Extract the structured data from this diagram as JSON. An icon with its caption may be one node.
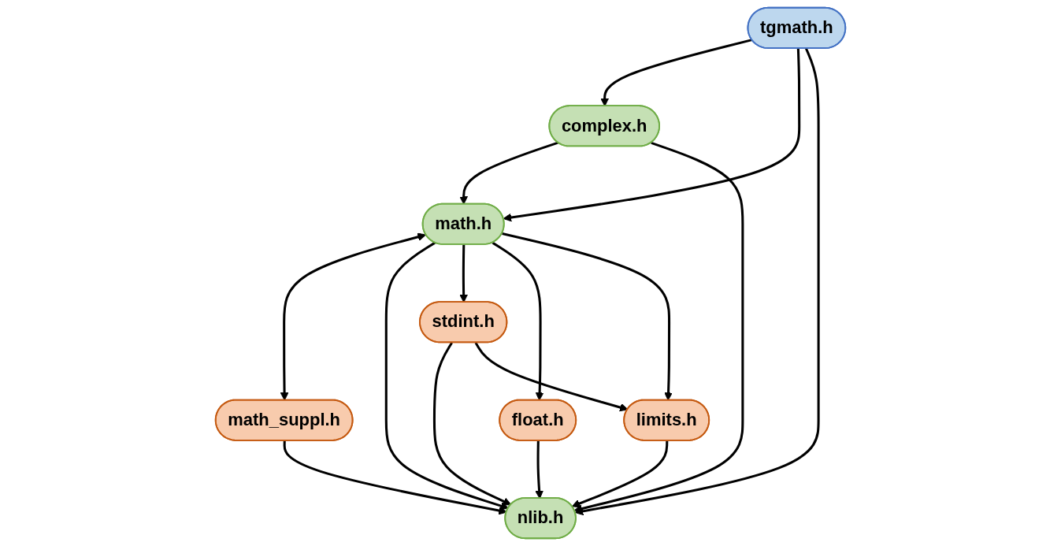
{
  "diagram": {
    "nodes": [
      {
        "text": [
          "tgmath.h"
        ]
      },
      {
        "text": [
          "complex.h"
        ]
      },
      {
        "text": [
          "math.h"
        ]
      },
      {
        "text": [
          "math_suppl.h"
        ]
      },
      {
        "text": [
          "nlib.h"
        ]
      },
      {
        "text": [
          "stdint.h"
        ]
      },
      {
        "text": [
          "float.h"
        ]
      },
      {
        "text": [
          "limits.h"
        ]
      }
    ],
    "edges": [
      {
        "from": 0,
        "to": 1,
        "arrow": "to"
      },
      {
        "from": 0,
        "to": 2,
        "arrow": "to"
      },
      {
        "from": 0,
        "to": 4,
        "arrow": "to"
      },
      {
        "from": 1,
        "to": 2,
        "arrow": "to"
      },
      {
        "from": 1,
        "to": 4,
        "arrow": "to"
      },
      {
        "from": 2,
        "to": 3,
        "arrow": "both"
      },
      {
        "from": 2,
        "to": 4,
        "arrow": "to"
      },
      {
        "from": 3,
        "to": 4,
        "arrow": "to"
      },
      {
        "from": 2,
        "to": 5,
        "arrow": "to"
      },
      {
        "from": 2,
        "to": 6,
        "arrow": "to"
      },
      {
        "from": 2,
        "to": 7,
        "arrow": "to"
      },
      {
        "from": 5,
        "to": 4,
        "arrow": "to"
      },
      {
        "from": 6,
        "to": 4,
        "arrow": "to"
      },
      {
        "from": 7,
        "to": 4,
        "arrow": "to"
      },
      {
        "from": 5,
        "to": 7,
        "arrow": "to"
      }
    ]
  }
}
